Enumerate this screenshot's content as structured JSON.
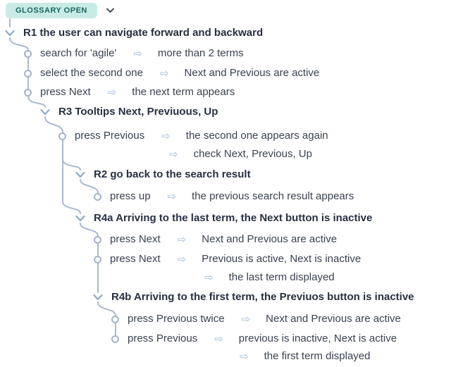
{
  "badge": {
    "label": "GLOSSARY OPEN"
  },
  "glyphs": {
    "implies_arrow": "⇨"
  },
  "colors": {
    "badge_bg": "#c9ebe5",
    "badge_text": "#17695f",
    "header_text": "#272f40",
    "step_text": "#3a4251",
    "connector_line": "#aab9d1",
    "arrow": "#9fb9d8",
    "chevron": "#8fa9c2",
    "badge_chevron": "#49525f"
  },
  "tree": {
    "headers": {
      "r1": {
        "text": "R1 the user can navigate forward and backward"
      },
      "r3": {
        "text": "R3 Tooltips Next, Previuous, Up"
      },
      "r2": {
        "text": "R2 go back to the search result"
      },
      "r4a": {
        "text": "R4a Arriving to the last term, the Next button is inactive"
      },
      "r4b": {
        "text": "R4b Arriving to the first term, the Previuos button is inactive"
      }
    },
    "steps": {
      "s1": {
        "action": "search for 'agile'",
        "result": "more than 2 terms"
      },
      "s2": {
        "action": "select the second one",
        "result": "Next and Previous are active"
      },
      "s3": {
        "action": "press Next",
        "result": "the next term appears"
      },
      "s4": {
        "action": "press Previous",
        "result": "the second one appears again"
      },
      "s5": {
        "action": "press up",
        "result": "the previous search result appears"
      },
      "s6": {
        "action": "press Next",
        "result": "Next and Previous are active"
      },
      "s7": {
        "action": "press Next",
        "result": "Previous is active, Next is inactive"
      },
      "s8": {
        "action": "press Previous twice",
        "result": "Next and Previous are active"
      },
      "s9": {
        "action": "press Previous",
        "result": "previous is inactive, Next is active"
      }
    },
    "continuations": {
      "c1": {
        "result": "check Next, Previous, Up"
      },
      "c2": {
        "result": "the last term displayed"
      },
      "c3": {
        "result": "the first term displayed"
      }
    }
  }
}
